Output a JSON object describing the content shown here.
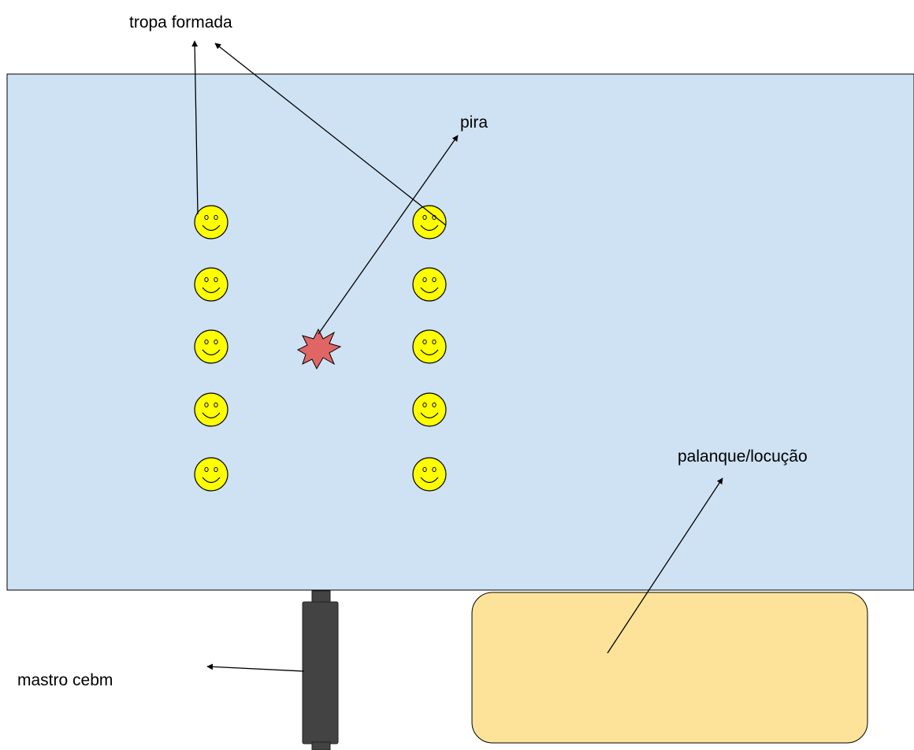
{
  "labels": {
    "tropa": "tropa formada",
    "pira": "pira",
    "palanque": "palanque/locução",
    "mastro": "mastro cebm"
  },
  "colors": {
    "field": "#cfe2f3",
    "field_stroke": "#000000",
    "palanque_fill": "#fde39a",
    "mastro": "#434343",
    "smiley": "#ffff00",
    "pira": "#e06666",
    "arrow": "#000000"
  },
  "formation": {
    "columns": 2,
    "rows": 5,
    "icon": "smiley-face-icon"
  },
  "icons": {
    "pira": "burst-star-icon",
    "mastro": "flagpole-icon",
    "palanque": "rounded-rectangle-stage"
  }
}
